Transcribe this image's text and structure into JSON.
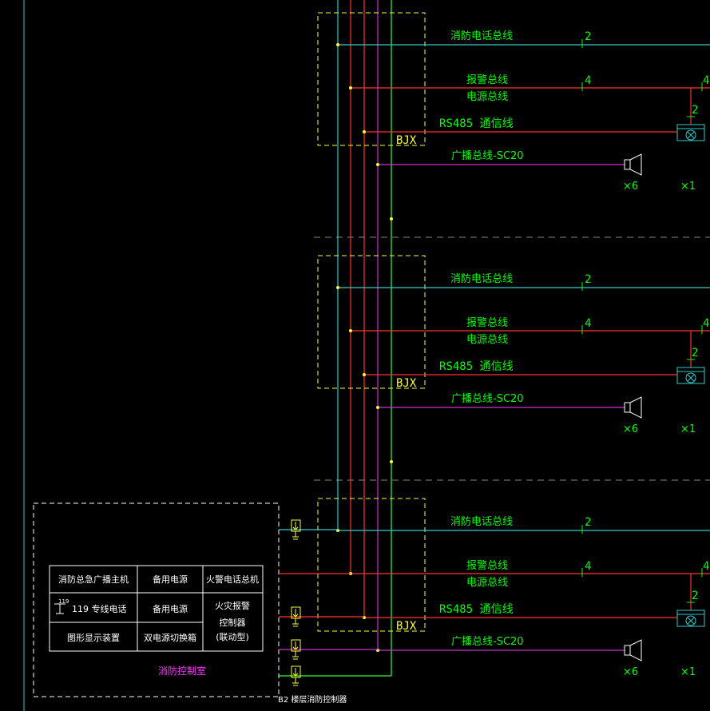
{
  "colors": {
    "phone": "#33cccc",
    "alarm": "#ff3333",
    "power": "#ff3333",
    "rs485": "#ff3333",
    "broadcast": "#cc33cc",
    "label": "#00ff00",
    "box": "#ffff33",
    "room_text": "#ff33ff"
  },
  "floors": [
    {
      "phone_bus": "消防电话总线",
      "phone_count": "2",
      "alarm_bus": "报警总线",
      "power_bus": "电源总线",
      "alarm_count": "4",
      "alarm_count_right": "4",
      "branch_count": "2",
      "rs485": "RS485 通信线",
      "junction_box": "BJX",
      "broadcast_bus": "广播总线-SC20",
      "speaker_qty": "×6",
      "device_qty": "×1"
    },
    {
      "phone_bus": "消防电话总线",
      "phone_count": "2",
      "alarm_bus": "报警总线",
      "power_bus": "电源总线",
      "alarm_count": "4",
      "alarm_count_right": "4",
      "branch_count": "2",
      "rs485": "RS485 通信线",
      "junction_box": "BJX",
      "broadcast_bus": "广播总线-SC20",
      "speaker_qty": "×6",
      "device_qty": "×1"
    },
    {
      "phone_bus": "消防电话总线",
      "phone_count": "2",
      "alarm_bus": "报警总线",
      "power_bus": "电源总线",
      "alarm_count": "4",
      "alarm_count_right": "4",
      "branch_count": "2",
      "rs485": "RS485 通信线",
      "junction_box": "BJX",
      "broadcast_bus": "广播总线-SC20",
      "speaker_qty": "×6",
      "device_qty": "×1"
    }
  ],
  "control_room": {
    "table": [
      [
        "消防总急广播主机",
        "备用电源",
        "火警电话总机"
      ],
      [
        "119 专线电话",
        "备用电源",
        "火灾报警"
      ],
      [
        "图形显示装置",
        "双电源切换箱",
        "控制器"
      ],
      [
        "",
        "",
        "(联动型)"
      ]
    ],
    "phone_icon_text": "119",
    "room_label": "消防控制室",
    "footer": "B2 楼层消防控制器"
  }
}
